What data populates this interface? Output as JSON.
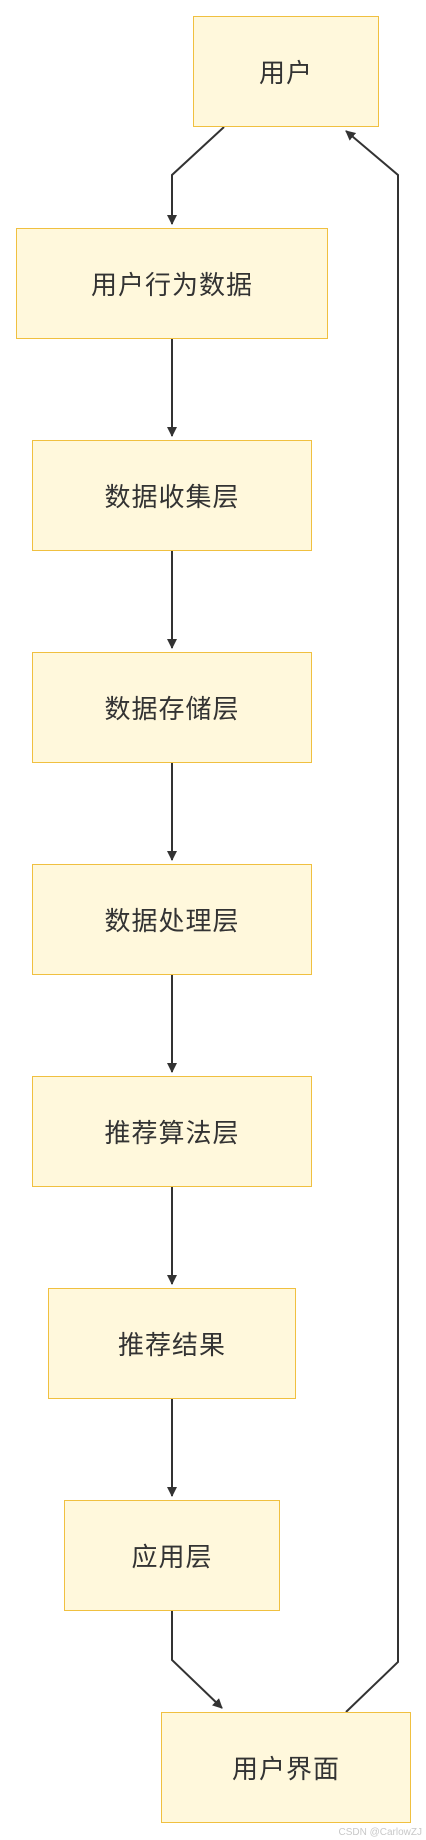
{
  "diagram": {
    "nodes": [
      {
        "id": "user",
        "label": "用户"
      },
      {
        "id": "behavior-data",
        "label": "用户行为数据"
      },
      {
        "id": "collection-layer",
        "label": "数据收集层"
      },
      {
        "id": "storage-layer",
        "label": "数据存储层"
      },
      {
        "id": "processing-layer",
        "label": "数据处理层"
      },
      {
        "id": "algorithm-layer",
        "label": "推荐算法层"
      },
      {
        "id": "results",
        "label": "推荐结果"
      },
      {
        "id": "app-layer",
        "label": "应用层"
      },
      {
        "id": "user-interface",
        "label": "用户界面"
      }
    ],
    "edges": [
      {
        "from": "user",
        "to": "behavior-data"
      },
      {
        "from": "behavior-data",
        "to": "collection-layer"
      },
      {
        "from": "collection-layer",
        "to": "storage-layer"
      },
      {
        "from": "storage-layer",
        "to": "processing-layer"
      },
      {
        "from": "processing-layer",
        "to": "algorithm-layer"
      },
      {
        "from": "algorithm-layer",
        "to": "results"
      },
      {
        "from": "results",
        "to": "app-layer"
      },
      {
        "from": "app-layer",
        "to": "user-interface"
      },
      {
        "from": "user-interface",
        "to": "user"
      }
    ],
    "colors": {
      "node_fill": "#fff8dc",
      "node_border": "#f0c040",
      "edge": "#333333",
      "text": "#333333"
    }
  },
  "watermark": "CSDN @CarlowZJ"
}
